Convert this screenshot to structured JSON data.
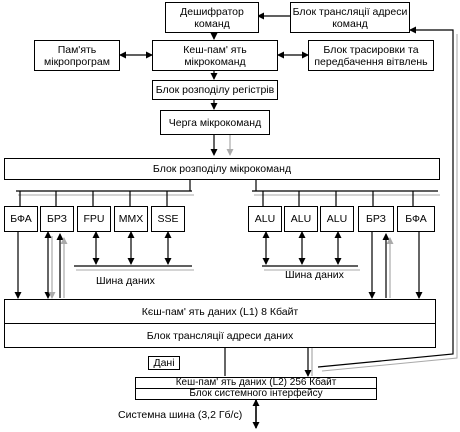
{
  "blocks": {
    "decoder": "Дешифратор команд",
    "address_translation": "Блок трансляції адреси команд",
    "microprogram_memory": "Пам'ять мікропрограм",
    "microcode_cache": "Кеш-пам' ять мікрокоманд",
    "trace_prediction": "Блок трасировки та передбачення вітвлень",
    "register_allocation": "Блок розподілу регістрів",
    "microcode_queue": "Черга мікрокоманд",
    "microcode_dispatch": "Блок розподілу мікрокоманд",
    "l1_cache": "Кєш-пам' ять даних (L1)  8 Кбайт",
    "data_address_translation": "Блок трансляції адреси даних",
    "l2_cache": "Кеш-пам' ять даних (L2)  256 Кбайт",
    "system_interface": "Блок системного інтерфейсу"
  },
  "units_left": [
    "БФА",
    "БРЗ",
    "FPU",
    "MMX",
    "SSE"
  ],
  "units_right": [
    "ALU",
    "ALU",
    "ALU",
    "БРЗ",
    "БФА"
  ],
  "labels": {
    "data_bus_left": "Шина даних",
    "data_bus_right": "Шина даних",
    "data": "Дані",
    "system_bus": "Системна шина (3,2 Гб/с)"
  }
}
